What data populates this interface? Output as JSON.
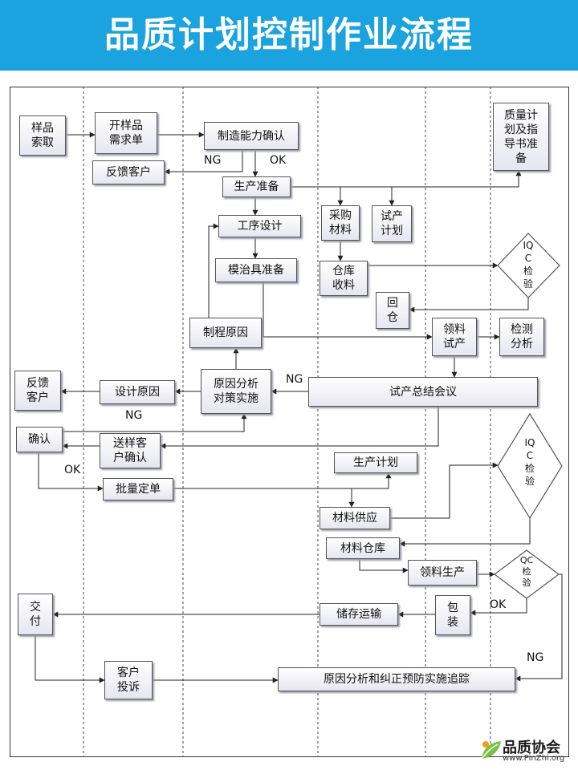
{
  "header": {
    "title": "品质计划控制作业流程",
    "bg_color": "#1AA3DF"
  },
  "nodes": {
    "sample_retrieval": "样品\n索取",
    "sample_request": "开样品\n需求单",
    "capability_confirm": "制造能力确认",
    "feedback_customer_1": "反馈客户",
    "quality_plan": "质量计\n划及指\n导书准\n备",
    "production_prep": "生产准备",
    "procurement": "采购\n材料",
    "trial_plan": "试产\n计划",
    "process_design": "工序设计",
    "fixture_prep": "模治具准备",
    "warehouse_receive": "仓库\n收料",
    "iqc_1": "IQ\nC\n检\n验",
    "return_warehouse": "回\n仓",
    "process_cause": "制程原因",
    "material_trial": "领料\n试产",
    "test_analysis": "检测\n分析",
    "feedback_customer_2": "反馈\n客户",
    "design_cause": "设计原因",
    "cause_analysis": "原因分析\n对策实施",
    "trial_summary": "试产总结会议",
    "confirm": "确认",
    "sample_confirm": "送样客\n户确认",
    "iqc_2": "IQ\nC\n检\n验",
    "production_plan": "生产计划",
    "batch_order": "批量定单",
    "material_supply": "材料供应",
    "material_warehouse": "材料仓库",
    "material_production": "领料生产",
    "qc_check": "QC\n检\n验",
    "delivery": "交\n付",
    "storage_transport": "储存运输",
    "packaging": "包\n装",
    "customer_complaint": "客户\n投诉",
    "cause_tracking": "原因分析和纠正预防实施追踪"
  },
  "labels": {
    "ng_1": "NG",
    "ok_1": "OK",
    "ng_2": "NG",
    "ng_3": "NG",
    "ok_2": "OK",
    "ok_3": "OK",
    "ng_4": "NG"
  },
  "watermark": {
    "name": "品质协会",
    "url": "www.PinZhi.org"
  }
}
